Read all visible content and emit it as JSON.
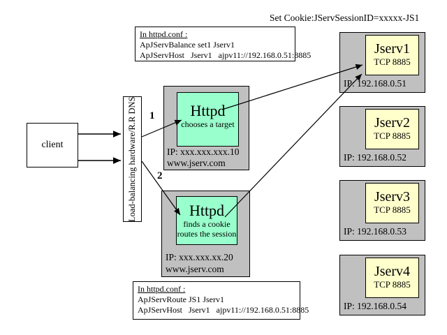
{
  "title": "Set Cookie:JServSessionID=xxxxx-JS1",
  "config_top": {
    "heading": "In httpd.conf :",
    "lines": [
      "ApJServBalance set1 Jserv1",
      "ApJServHost   Jserv1   ajpv11://192.168.0.51:8885"
    ]
  },
  "config_bottom": {
    "heading": "In httpd.conf :",
    "lines": [
      "ApJServRoute JS1 Jserv1",
      "ApJServHost   Jserv1   ajpv11://192.168.0.51:8885"
    ]
  },
  "client": {
    "label": "client"
  },
  "load_balancer": {
    "label": "Load-balancing hardware/R.R DNS"
  },
  "httpd_servers": [
    {
      "step": "1",
      "name": "Httpd",
      "role1": "chooses a target",
      "role2": "",
      "ip": "IP: xxx.xxx.xxx.10",
      "host": "www.jserv.com"
    },
    {
      "step": "2",
      "name": "Httpd",
      "role1": "finds a cookie",
      "role2": "routes the session",
      "ip": "IP: xxx.xxx.xx.20",
      "host": "www.jserv.com"
    }
  ],
  "jserv_servers": [
    {
      "name": "Jserv1",
      "port": "TCP 8885",
      "ip": "IP: 192.168.0.51"
    },
    {
      "name": "Jserv2",
      "port": "TCP 8885",
      "ip": "IP: 192.168.0.52"
    },
    {
      "name": "Jserv3",
      "port": "TCP 8885",
      "ip": "IP: 192.168.0.53"
    },
    {
      "name": "Jserv4",
      "port": "TCP 8885",
      "ip": "IP: 192.168.0.54"
    }
  ],
  "colors": {
    "server_gray": "#c0c0c0",
    "httpd_green": "#99ffcc",
    "jserv_yellow": "#ffffcc",
    "line": "#000000"
  }
}
